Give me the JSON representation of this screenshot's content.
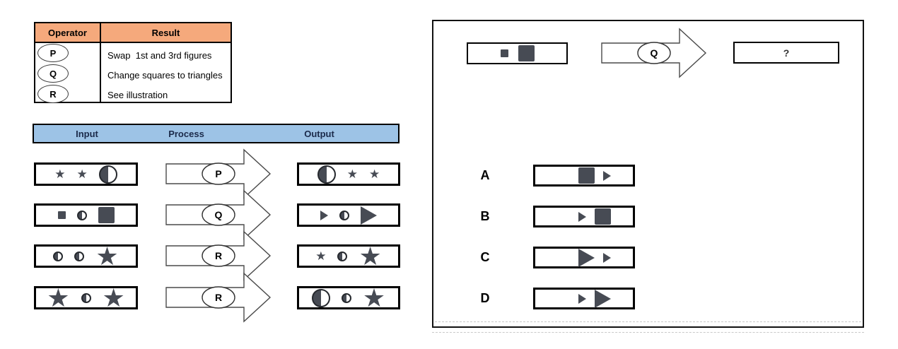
{
  "operator_table": {
    "headers": [
      "Operator",
      "Result"
    ],
    "rows": [
      {
        "operator": "P",
        "result": "Swap  1st and 3rd figures"
      },
      {
        "operator": "Q",
        "result": "Change squares to triangles"
      },
      {
        "operator": "R",
        "result": "See illustration"
      }
    ]
  },
  "worked_examples": {
    "headers": [
      "Input",
      "Process",
      "Output"
    ],
    "rows": [
      {
        "operator": "P",
        "input": [
          "star-small",
          "star-small",
          "half-circle-large"
        ],
        "output": [
          "half-circle-large",
          "star-small",
          "star-small"
        ]
      },
      {
        "operator": "Q",
        "input": [
          "square-small",
          "half-circle-small",
          "square-large"
        ],
        "output": [
          "triangle-small",
          "half-circle-small",
          "triangle-large"
        ]
      },
      {
        "operator": "R",
        "input": [
          "half-circle-small",
          "half-circle-small",
          "star-large"
        ],
        "output": [
          "star-small",
          "half-circle-small",
          "star-large"
        ]
      },
      {
        "operator": "R",
        "input": [
          "star-large",
          "half-circle-small",
          "star-large"
        ],
        "output": [
          "half-circle-large",
          "half-circle-small",
          "star-large"
        ]
      }
    ]
  },
  "question": {
    "operator": "Q",
    "input": [
      "square-small",
      "square-large"
    ],
    "answer_placeholder": "?"
  },
  "options": [
    {
      "label": "A",
      "shapes": [
        "square-large",
        "triangle-small"
      ]
    },
    {
      "label": "B",
      "shapes": [
        "triangle-small",
        "square-large"
      ]
    },
    {
      "label": "C",
      "shapes": [
        "triangle-large",
        "triangle-small"
      ]
    },
    {
      "label": "D",
      "shapes": [
        "triangle-small",
        "triangle-large"
      ]
    }
  ],
  "colors": {
    "table_header_bg": "#F5A97C",
    "band_header_bg": "#9DC3E6",
    "band_header_text": "#1B2A4A",
    "shape_fill": "#474B54",
    "box_border": "#000000"
  }
}
